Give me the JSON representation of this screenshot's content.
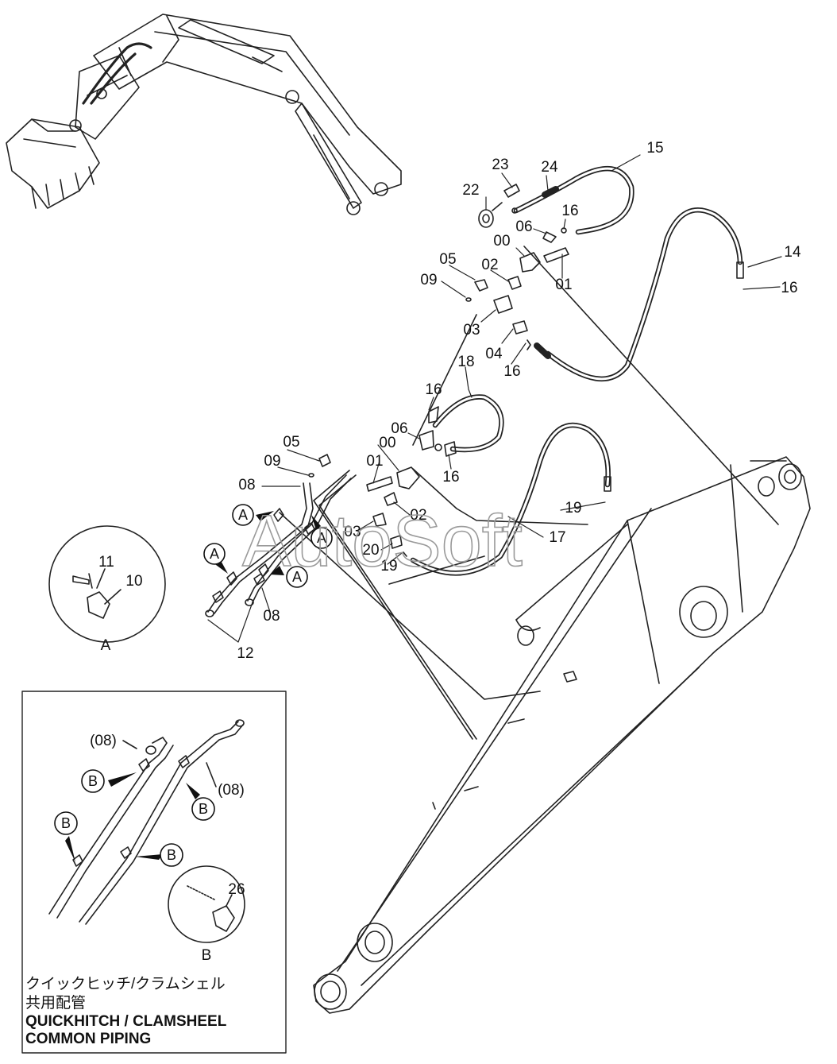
{
  "watermark": "AutoSoft",
  "part_labels": {
    "p23": "23",
    "p24": "24",
    "p15": "15",
    "p22": "22",
    "p16a": "16",
    "p06a": "06",
    "p00a": "00",
    "p01a": "01",
    "p14": "14",
    "p16b": "16",
    "p05a": "05",
    "p02a": "02",
    "p09a": "09",
    "p03a": "03",
    "p04": "04",
    "p16c": "16",
    "p18": "18",
    "p16d": "16",
    "p06b": "06",
    "p00b": "00",
    "p01b": "01",
    "p16e": "16",
    "p05b": "05",
    "p09b": "09",
    "p08a": "08",
    "p02b": "02",
    "p03b": "03",
    "p17": "17",
    "p19a": "19",
    "p20": "20",
    "p19b": "19",
    "p08b": "08",
    "p12": "12",
    "p11": "11",
    "p10": "10",
    "p08c": "(08)",
    "p08d": "(08)",
    "p26": "26"
  },
  "callouts": {
    "a": "A",
    "b": "B"
  },
  "detail_titles": {
    "a": "A",
    "b": "B"
  },
  "caption": {
    "jp_line1": "クイックヒッチ/クラムシェル",
    "jp_line2": "共用配管",
    "en_line1": "QUICKHITCH / CLAMSHEEL",
    "en_line2": "COMMON  PIPING"
  }
}
